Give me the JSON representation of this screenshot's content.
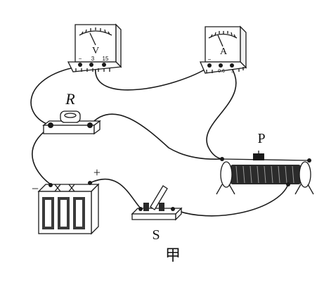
{
  "labels": {
    "voltmeter": "V",
    "ammeter": "A",
    "resistor": "R",
    "slider": "P",
    "switch": "S",
    "figure": "甲"
  },
  "voltmeter_terminals": {
    "neg": "−",
    "mid": "3",
    "high": "15"
  },
  "ammeter_terminals": {
    "neg": "−",
    "mid": "0.6",
    "high": "3"
  },
  "battery_terminals": {
    "neg": "−",
    "pos": "+"
  }
}
